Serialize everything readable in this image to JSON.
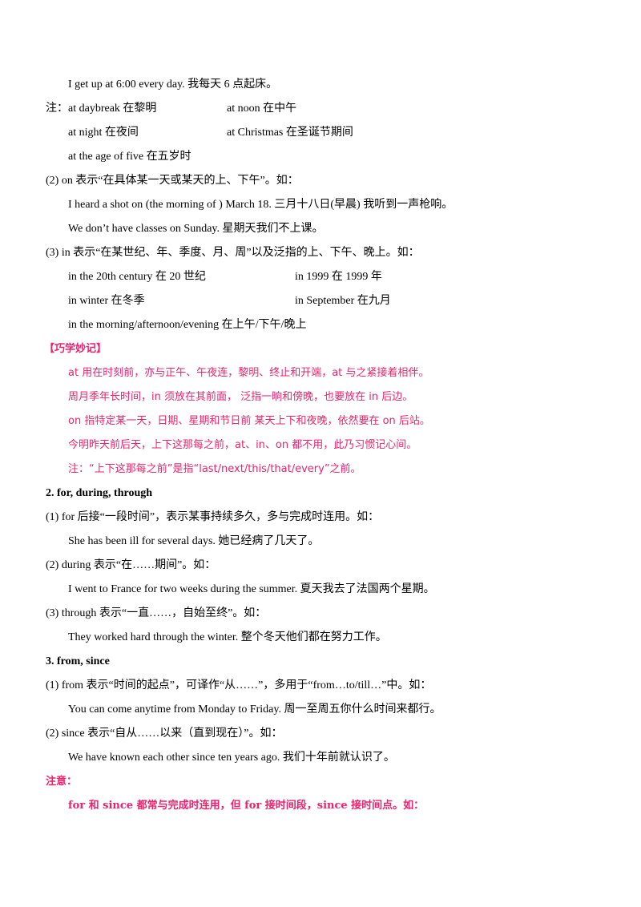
{
  "lines": [
    "I get up at 6:00 every day. 我每天 6 点起床。",
    "注：at daybreak 在黎明",
    "at noon 在中午",
    "at night 在夜间",
    "at Christmas 在圣诞节期间",
    "at the age of five 在五岁时",
    "(2) on 表示“在具体某一天或某天的上、下午”。如：",
    "I heard a shot on (the morning of )  March 18. 三月十八日(早晨) 我听到一声枪响。",
    "We don’t have classes on Sunday. 星期天我们不上课。",
    "(3) in 表示“在某世纪、年、季度、月、周”以及泛指的上、下午、晚上。如：",
    "in the 20th century 在 20 世纪",
    "in 1999 在 1999 年",
    "in winter 在冬季",
    "in September 在九月",
    "in the morning/afternoon/evening 在上午/下午/晚上",
    "【巧学妙记】",
    "at 用在时刻前，亦与正午、午夜连，黎明、终止和开端，at 与之紧接着相伴。",
    "周月季年长时间，in 须放在其前面，  泛指一晌和傍晚，也要放在 in 后边。",
    "on 指特定某一天，日期、星期和节日前  某天上下和夜晚，依然要在 on 后站。",
    "今明昨天前后天，上下这那每之前，at、in、on 都不用，此乃习惯记心间。",
    "注：“上下这那每之前”是指“last/next/this/that/every”之前。",
    "2. for, during, through",
    "(1) for 后接“一段时间”，表示某事持续多久，多与完成时连用。如：",
    "She has been ill for several days. 她已经病了几天了。",
    "(2) during 表示“在……期间”。如：",
    "I went to France for two weeks during the summer. 夏天我去了法国两个星期。",
    "(3) through 表示“一直……，自始至终”。如：",
    "They worked hard through the winter. 整个冬天他们都在努力工作。",
    "3. from, since",
    "(1) from 表示“时间的起点”，可译作“从……”，多用于“from…to/till…”中。如：",
    "You can come anytime from Monday to Friday. 周一至周五你什么时间来都行。",
    "(2) since 表示“自从……以来（直到现在）”。如：",
    "We have known each other since ten years ago. 我们十年前就认识了。",
    "注意：",
    "for 和 since 都常与完成时连用，但 for 接时间段，since 接时间点。如："
  ],
  "colors": {
    "highlight": "#e8246e",
    "text": "#000000"
  }
}
